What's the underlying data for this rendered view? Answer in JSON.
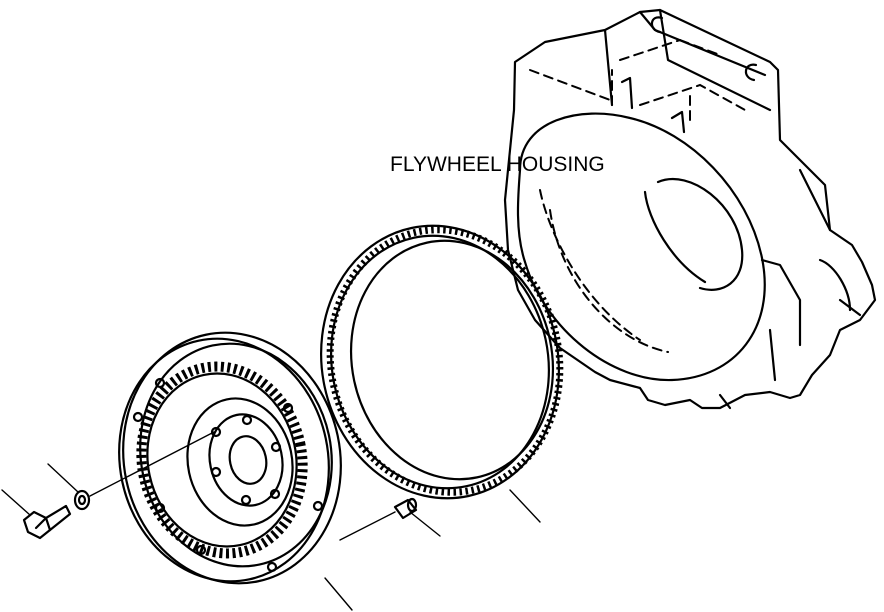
{
  "labels": {
    "flywheel_housing": "FLYWHEEL HOUSING"
  },
  "parts": [
    {
      "name": "flywheel-housing"
    },
    {
      "name": "ring-gear"
    },
    {
      "name": "flywheel"
    },
    {
      "name": "dowel-pin"
    },
    {
      "name": "mounting-bolt"
    },
    {
      "name": "washer"
    }
  ],
  "colors": {
    "line": "#000000",
    "background": "#ffffff"
  }
}
